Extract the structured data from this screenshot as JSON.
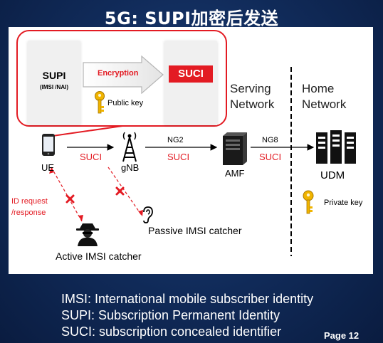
{
  "title": "5G: SUPI加密后发送",
  "encryption": {
    "supi_title": "SUPI",
    "supi_sub": "(IMSI /NAI)",
    "arrow_label": "Encryption",
    "suci_label": "SUCI",
    "key_label": "Public key"
  },
  "networks": {
    "serving_line1": "Serving",
    "serving_line2": "Network",
    "home_line1": "Home",
    "home_line2": "Network"
  },
  "nodes": {
    "ue": "UE",
    "gnb": "gNB",
    "amf": "AMF",
    "udm": "UDM",
    "private_key": "Private key",
    "active_catcher": "Active IMSI catcher",
    "passive_catcher": "Passive IMSI catcher"
  },
  "links": {
    "ue_gnb": "SUCI",
    "gnb_amf_if": "NG2",
    "gnb_amf": "SUCI",
    "amf_udm_if": "NG8",
    "amf_udm": "SUCI",
    "id_request_line1": "ID request",
    "id_request_line2": "/response"
  },
  "abbreviations": [
    "IMSI: International mobile subscriber identity",
    "SUPI: Subscription Permanent Identity",
    "SUCI: subscription concealed identifier"
  ],
  "page_label": "Page 12",
  "colors": {
    "background": "#102a58",
    "accent_red": "#e31b23",
    "key_gold": "#f0b400"
  }
}
